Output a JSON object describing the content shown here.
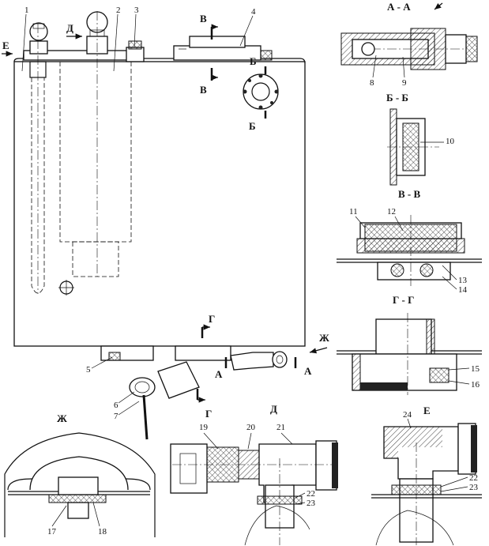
{
  "callouts": [
    "1",
    "2",
    "3",
    "4",
    "5",
    "6",
    "7",
    "8",
    "9",
    "10",
    "11",
    "12",
    "13",
    "14",
    "15",
    "16",
    "17",
    "18",
    "19",
    "20",
    "21",
    "22",
    "23",
    "24"
  ],
  "section_marks": {
    "E": "Е",
    "D": "Д",
    "V": "В",
    "B": "Б",
    "G": "Г",
    "A": "А",
    "Zh": "Ж"
  },
  "section_titles": {
    "aa": "А - А",
    "bb": "Б - Б",
    "vv": "В - В",
    "gg": "Г - Г",
    "zh": "Ж",
    "d": "Д",
    "e": "Е"
  }
}
